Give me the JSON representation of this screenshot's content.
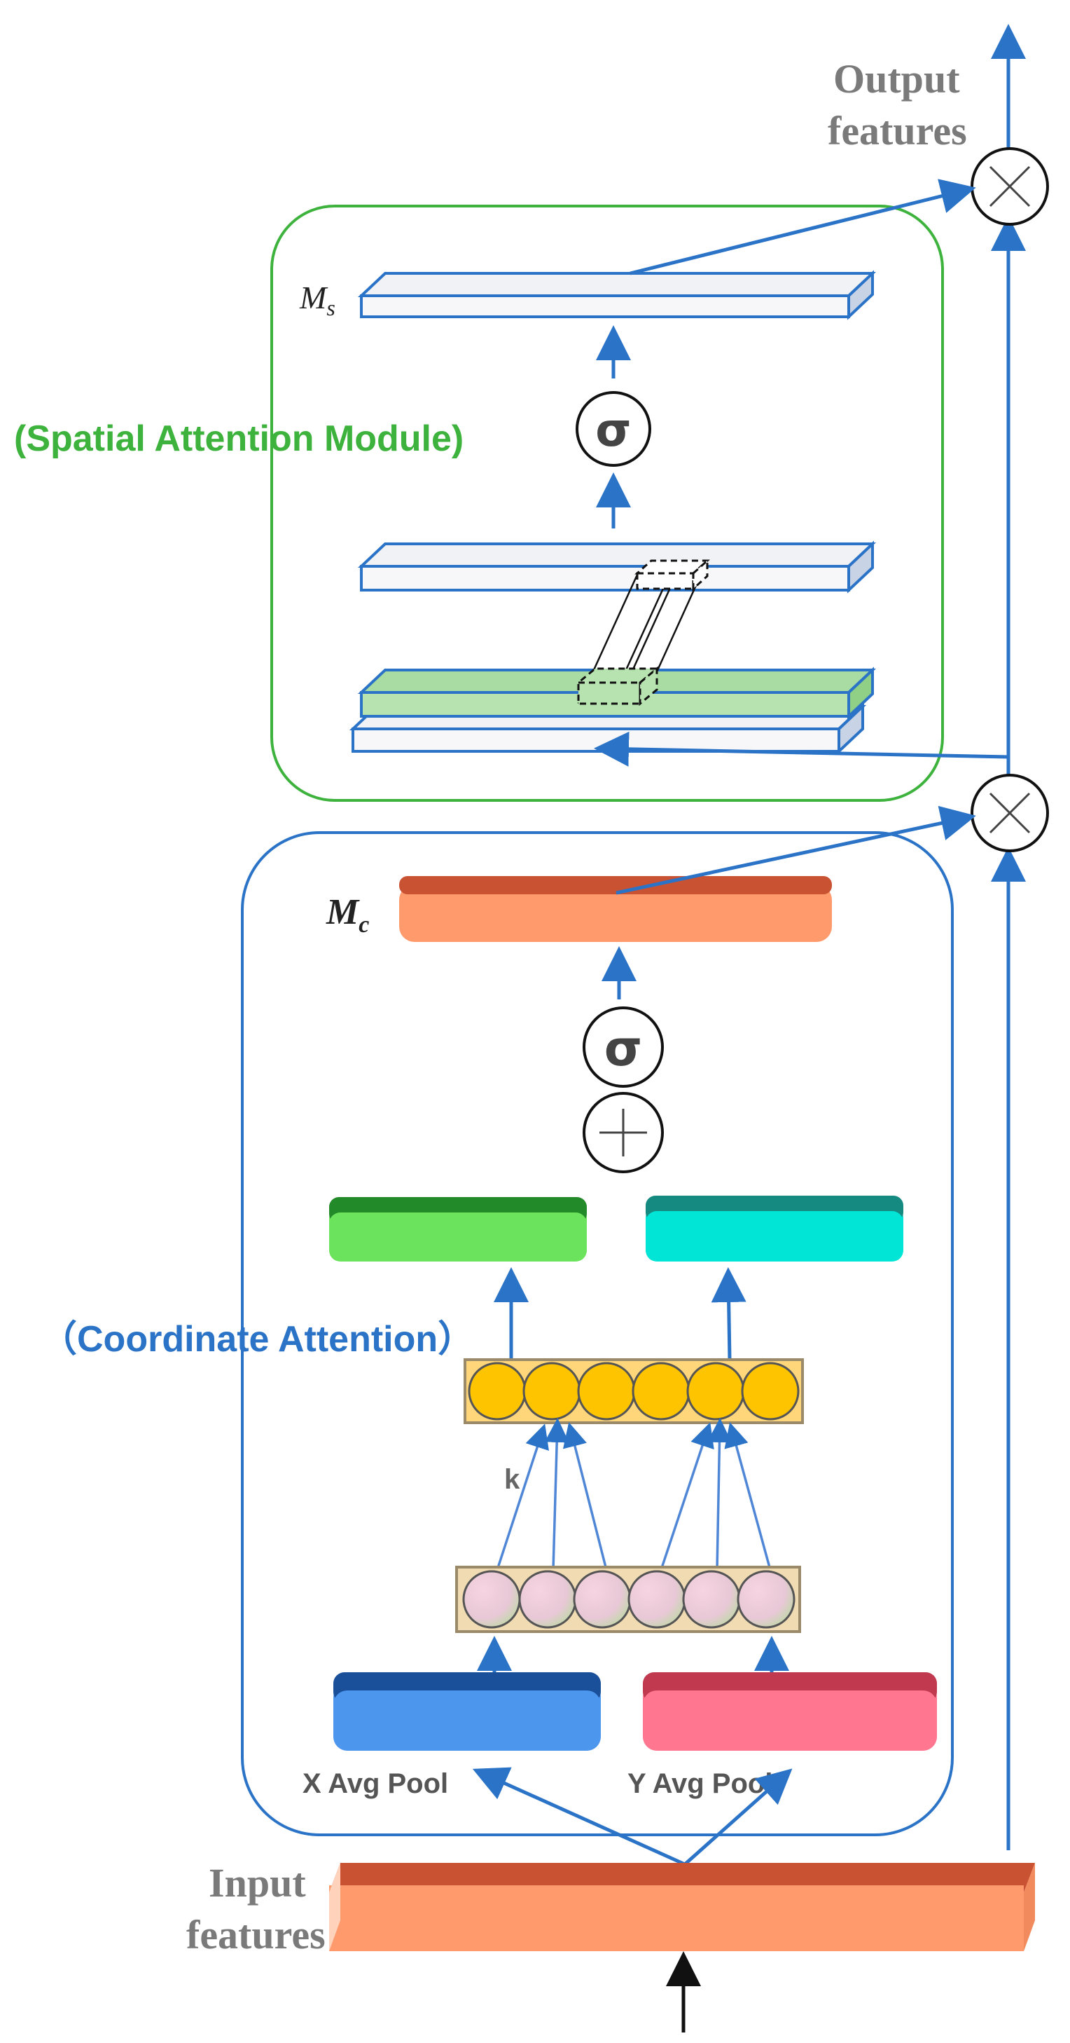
{
  "labels": {
    "output_line1": "Output",
    "output_line2": "features",
    "input_line1": "Input",
    "input_line2": "features",
    "spatial_module": "(Spatial Attention Module)",
    "coordinate_module": "（Coordinate Attention）",
    "ms_main": "M",
    "ms_sub": "s",
    "mc_main": "M",
    "mc_sub": "c",
    "sigma_top": "σ",
    "sigma_bottom": "σ",
    "x_avg_pool": "X Avg Pool",
    "y_avg_pool": "Y Avg Pool",
    "k_label": "k"
  },
  "colors": {
    "spatial_border": "#3db33d",
    "coordinate_border": "#2a73c7",
    "arrow_blue": "#2a73c7",
    "orange_bar": "#ff9a6c",
    "orange_bar_top": "#c95232",
    "green_bar": "#6ce35c",
    "green_bar_top": "#238a2a",
    "cyan_bar": "#00e5d6",
    "cyan_bar_top": "#158a80",
    "blue_bar": "#4d96ee",
    "blue_bar_top": "#1a4f9a",
    "pink_bar": "#ff7690",
    "pink_bar_top": "#c0394f",
    "yellow_circle": "#ffc400",
    "yellow_box": "#ffd77a",
    "pink_circle": "#f1c9d8",
    "pool_box": "#f0dbb3",
    "spatial_green": "#b6e3b0",
    "spatial_plate": "#f1f2f6"
  }
}
